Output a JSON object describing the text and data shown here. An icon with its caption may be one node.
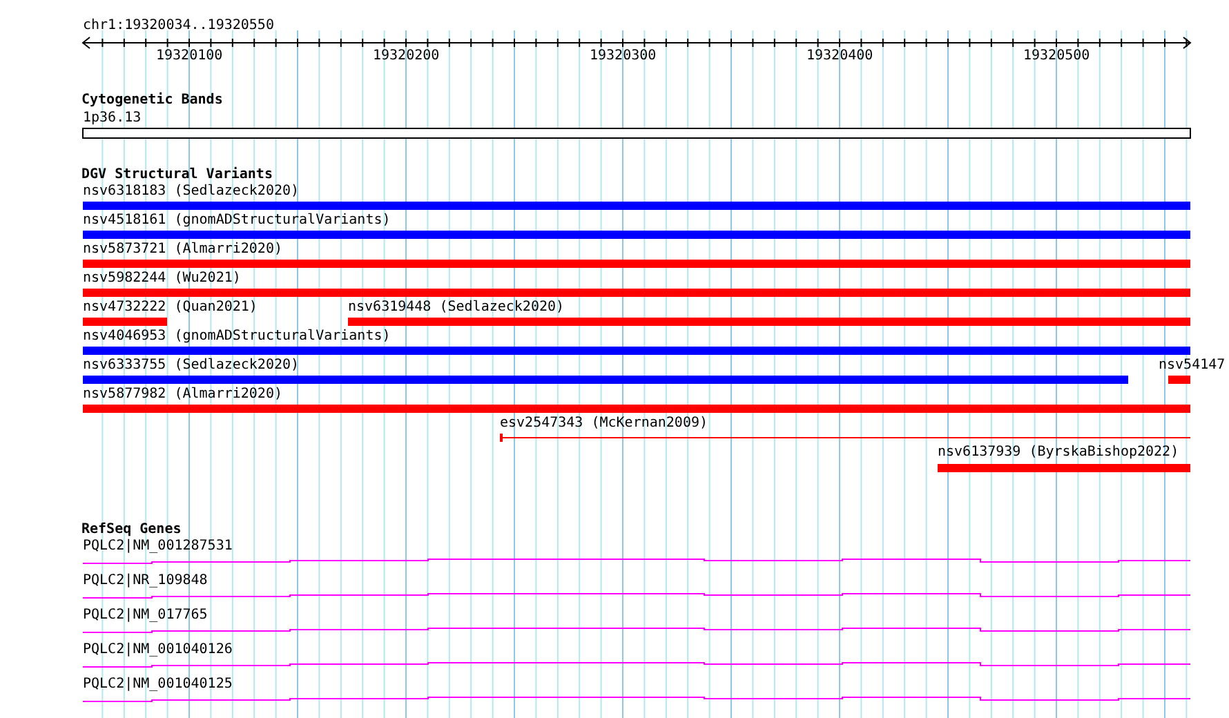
{
  "diagram": {
    "labels": [
      "chr1:19320034..19320550",
      "19320100",
      "19320200",
      "19320300",
      "19320400",
      "19320500",
      "Cytogenetic Bands",
      "1p36.13",
      "DGV Structural Variants",
      "nsv6318183 (Sedlazeck2020)",
      "nsv4518161 (gnomADStructuralVariants)",
      "nsv5873721 (Almarri2020)",
      "nsv5982244 (Wu2021)",
      "nsv4732222 (Quan2021)",
      "nsv6319448 (Sedlazeck2020)",
      "nsv4046953 (gnomADStructuralVariants)",
      "nsv6333755 (Sedlazeck2020)",
      "nsv54147",
      "nsv5877982 (Almarri2020)",
      "esv2547343 (McKernan2009)",
      "nsv6137939 (ByrskaBishop2022)",
      "RefSeq Genes",
      "PQLC2|NM_001287531",
      "PQLC2|NR_109848",
      "PQLC2|NM_017765",
      "PQLC2|NM_001040126",
      "PQLC2|NM_001040125"
    ]
  }
}
